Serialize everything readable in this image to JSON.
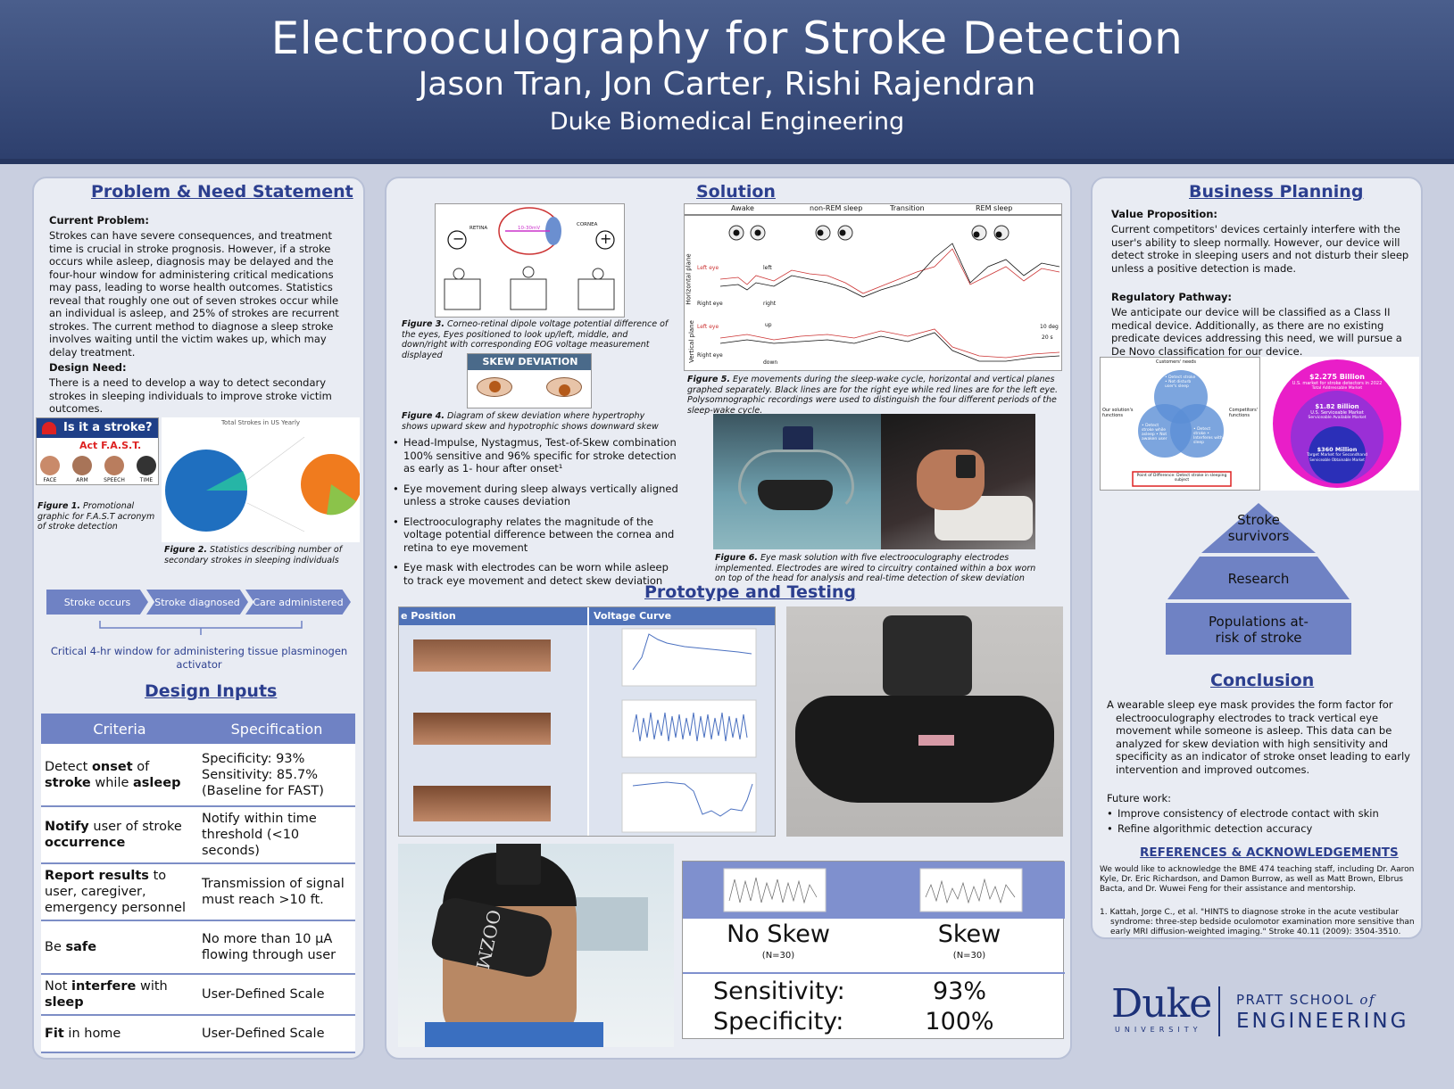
{
  "header": {
    "title": "Electrooculography for Stroke Detection",
    "authors": "Jason Tran, Jon Carter, Rishi Rajendran",
    "affiliation": "Duke Biomedical Engineering"
  },
  "problem": {
    "title": "Problem & Need Statement",
    "current_label": "Current Problem:",
    "current_text": "Strokes can have severe consequences, and treatment time is crucial in stroke prognosis. However, if a stroke occurs while asleep, diagnosis may be delayed and the four-hour window for administering critical medications may pass, leading to worse health outcomes. Statistics reveal that roughly one out of seven strokes occur while an individual is asleep, and 25% of strokes are recurrent strokes. The current method to diagnose a sleep stroke involves waiting until the victim wakes up, which may delay treatment.",
    "need_label": "Design Need:",
    "need_text": "There is a need to develop a way to detect secondary strokes in sleeping individuals to improve stroke victim outcomes.",
    "fast_title": "Is it a stroke?",
    "fast_sub": "Act F.A.S.T.",
    "fast_items": [
      "FACE",
      "ARM",
      "SPEECH",
      "TIME"
    ],
    "fig1_label": "Figure 1.",
    "fig1_text": "Promotional graphic for F.A.S.T acronym of stroke detection",
    "fig2_chart_title": "Total Strokes in US Yearly",
    "fig2_label": "Figure 2.",
    "fig2_text": "Statistics describing number of secondary strokes in sleeping individuals",
    "timeline": [
      "Stroke occurs",
      "Stroke diagnosed",
      "Care administered"
    ],
    "window_text": "Critical 4-hr window for administering tissue plasminogen activator"
  },
  "design_inputs": {
    "title": "Design Inputs",
    "col_criteria": "Criteria",
    "col_spec": "Specification",
    "rows": [
      {
        "c1": "Detect",
        "c2": "onset",
        "c3": "of",
        "c4": "stroke",
        "c5": "while",
        "c6": "asleep",
        "spec": "Specificity: 93% Sensitivity: 85.7% (Baseline for FAST)"
      },
      {
        "c1": "",
        "c2": "Notify",
        "c3": "user of stroke",
        "c4": "occurrence",
        "c5": "",
        "c6": "",
        "spec": "Notify within time threshold (<10 seconds)"
      },
      {
        "c1": "",
        "c2": "Report results",
        "c3": "to user, caregiver, emergency personnel",
        "c4": "",
        "c5": "",
        "c6": "",
        "spec": "Transmission of signal must reach >10 ft."
      },
      {
        "c1": "Be",
        "c2": "safe",
        "c3": "",
        "c4": "",
        "c5": "",
        "c6": "",
        "spec": "No more than 10 μA flowing through user"
      },
      {
        "c1": "Not",
        "c2": "interfere",
        "c3": "with",
        "c4": "sleep",
        "c5": "",
        "c6": "",
        "spec": "User-Defined Scale"
      },
      {
        "c1": "",
        "c2": "Fit",
        "c3": "in home",
        "c4": "",
        "c5": "",
        "c6": "",
        "spec": "User-Defined Scale"
      }
    ]
  },
  "solution": {
    "title": "Solution",
    "fig3_labels": {
      "retina": "RETINA",
      "cornea": "CORNEA",
      "voltage": "10-30mV",
      "minus": "−",
      "plus": "+"
    },
    "fig3_label": "Figure 3.",
    "fig3_text": "Corneo-retinal dipole voltage potential difference of the eyes, Eyes positioned to look up/left, middle, and down/right with corresponding EOG voltage measurement displayed",
    "skew_title": "SKEW DEVIATION",
    "fig4_label": "Figure 4.",
    "fig4_text": "Diagram of skew deviation where hypertrophy shows upward skew and hypotrophic shows downward skew",
    "fig5_phases": [
      "Awake",
      "non-REM sleep",
      "Transition",
      "REM sleep"
    ],
    "fig5_axis": [
      "Horizontal plane",
      "Vertical plane"
    ],
    "fig5_eye_labels": [
      "Left eye",
      "Right eye",
      "left",
      "right",
      "up",
      "down",
      "Left eye",
      "Right eye"
    ],
    "fig5_scale": [
      "10 deg",
      "20 s"
    ],
    "fig5_label": "Figure 5.",
    "fig5_text": "Eye movements during the sleep-wake cycle, horizontal and vertical planes graphed separately. Black lines are for the right eye while red lines are for the left eye. Polysomnographic recordings were used to distinguish the four different periods of the sleep-wake cycle.",
    "bullets": [
      "Head-Impulse, Nystagmus, Test-of-Skew combination 100% sensitive and 96% specific for stroke detection as early as 1- hour after onset¹",
      "Eye movement during sleep always vertically aligned unless a stroke causes deviation",
      "Electrooculography relates the magnitude of the voltage potential difference between the cornea and retina to eye movement",
      "Eye mask with electrodes can be worn while asleep to track eye movement and detect skew deviation"
    ],
    "fig6_label": "Figure 6.",
    "fig6_text": "Eye mask solution with five electrooculography electrodes implemented. Electrodes are wired to circuitry  contained within a box worn on top of the head for analysis and real-time detection of skew deviation"
  },
  "prototype": {
    "title": "Prototype and Testing",
    "col_position": "e Position",
    "col_curve": "Voltage Curve",
    "mask_text": "OOZM",
    "no_skew": "No Skew",
    "skew": "Skew",
    "n": "(N=30)",
    "sens_label": "Sensitivity:",
    "spec_label": "Specificity:",
    "sens_value": "93%",
    "spec_value": "100%"
  },
  "business": {
    "title": "Business Planning",
    "vp_label": "Value Proposition:",
    "vp_text": "Current competitors' devices certainly interfere with the user's ability to sleep normally. However, our device will detect stroke in sleeping users and not disturb their sleep unless a positive detection is made.",
    "reg_label": "Regulatory Pathway:",
    "reg_text": "We anticipate our device will be classified as a Class II medical device. Additionally, as there are no existing predicate devices addressing this need, we will pursue a De Novo classification for our device.",
    "venn": {
      "top": "Customers' needs",
      "left": "Our solution's functions",
      "right": "Competitors' functions",
      "top_items": "• Detect stroke • Not disturb user's sleep",
      "left_items": "• Detect stroke while asleep • Not awaken user",
      "right_items": "• Detect stroke • Interferes with sleep",
      "pod": "Point of Difference: Detect stroke in sleeping subject"
    },
    "market": [
      {
        "value": "$2.275 Billion",
        "desc": "U.S. market for stroke detectors in 2022",
        "sub": "Total Addressable Market"
      },
      {
        "value": "$1.82 Billion",
        "desc": "U.S. Serviceable Market",
        "sub": "Serviceable Available Market"
      },
      {
        "value": "$360 Million",
        "desc": "Target Market for Secondhand",
        "sub": "Serviceable Obtainable Market"
      }
    ],
    "pyramid": [
      "Stroke survivors",
      "Research",
      "Populations at-risk of stroke"
    ]
  },
  "conclusion": {
    "title": "Conclusion",
    "text": "A wearable sleep eye mask provides the form factor for electrooculography electrodes to track vertical eye movement while someone is asleep. This data can be analyzed for skew deviation with high sensitivity and specificity as an indicator of stroke onset leading to early intervention and improved outcomes.",
    "future_label": "Future work:",
    "future": [
      "Improve consistency of electrode contact with skin",
      "Refine algorithmic detection accuracy"
    ]
  },
  "references": {
    "title": "REFERENCES &  ACKNOWLEDGEMENTS",
    "ack": "We would like to acknowledge the BME 474 teaching staff, including Dr. Aaron Kyle, Dr. Eric Richardson, and Damon Burrow, as well as Matt Brown, Elbrus Bacta, and Dr. Wuwei Feng for their assistance and mentorship.",
    "ref1": "1.  Kattah, Jorge C., et al. \"HINTS to diagnose stroke in the acute vestibular syndrome: three-step bedside oculomotor examination more sensitive than early MRI diffusion-weighted imaging.\" Stroke 40.11 (2009): 3504-3510."
  },
  "logo": {
    "duke": "Duke",
    "university": "UNIVERSITY",
    "pratt": "PRATT SCHOOL",
    "of": "of",
    "engineering": "ENGINEERING"
  }
}
